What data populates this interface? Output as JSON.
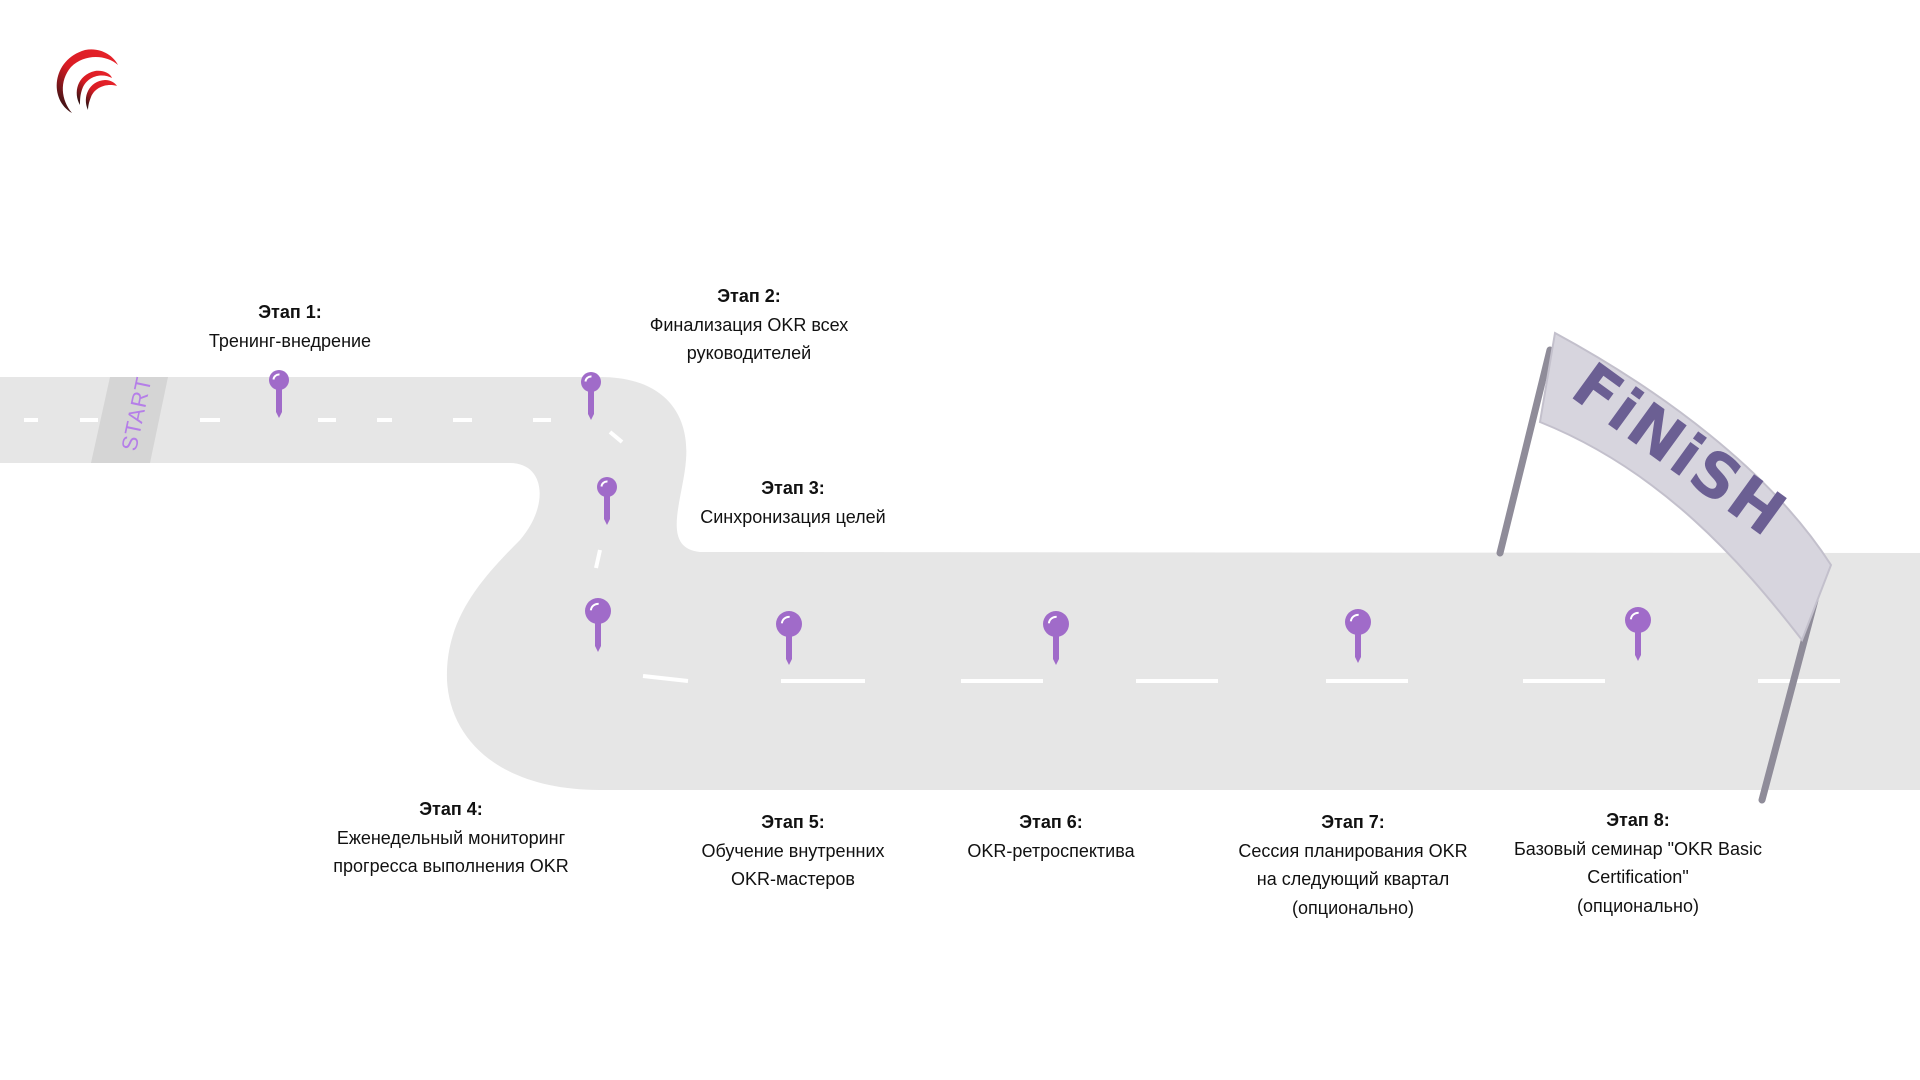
{
  "start_label": "START",
  "finish_label": "FiNiSH",
  "colors": {
    "road": "#e6e6e6",
    "pin": "#a06bc9",
    "start_text": "#b57ee8",
    "finish_text": "#6b5f93",
    "logo_red": "#d91c24"
  },
  "stages": [
    {
      "title": "Этап 1:",
      "lines": [
        "Тренинг-внедрение"
      ]
    },
    {
      "title": "Этап 2:",
      "lines": [
        "Финализация OKR всех",
        "руководителей"
      ]
    },
    {
      "title": "Этап 3:",
      "lines": [
        "Синхронизация целей"
      ]
    },
    {
      "title": "Этап 4:",
      "lines": [
        "Еженедельный мониторинг",
        "прогресса выполнения OKR"
      ]
    },
    {
      "title": "Этап 5:",
      "lines": [
        "Обучение внутренних",
        "OKR-мастеров"
      ]
    },
    {
      "title": "Этап 6:",
      "lines": [
        "OKR-ретроспектива"
      ]
    },
    {
      "title": "Этап 7:",
      "lines": [
        "Сессия планирования OKR",
        "на следующий квартал",
        "(опционально)"
      ]
    },
    {
      "title": "Этап 8:",
      "lines": [
        "Базовый семинар \"OKR Basic",
        "Certification\"",
        "(опционально)"
      ]
    }
  ]
}
